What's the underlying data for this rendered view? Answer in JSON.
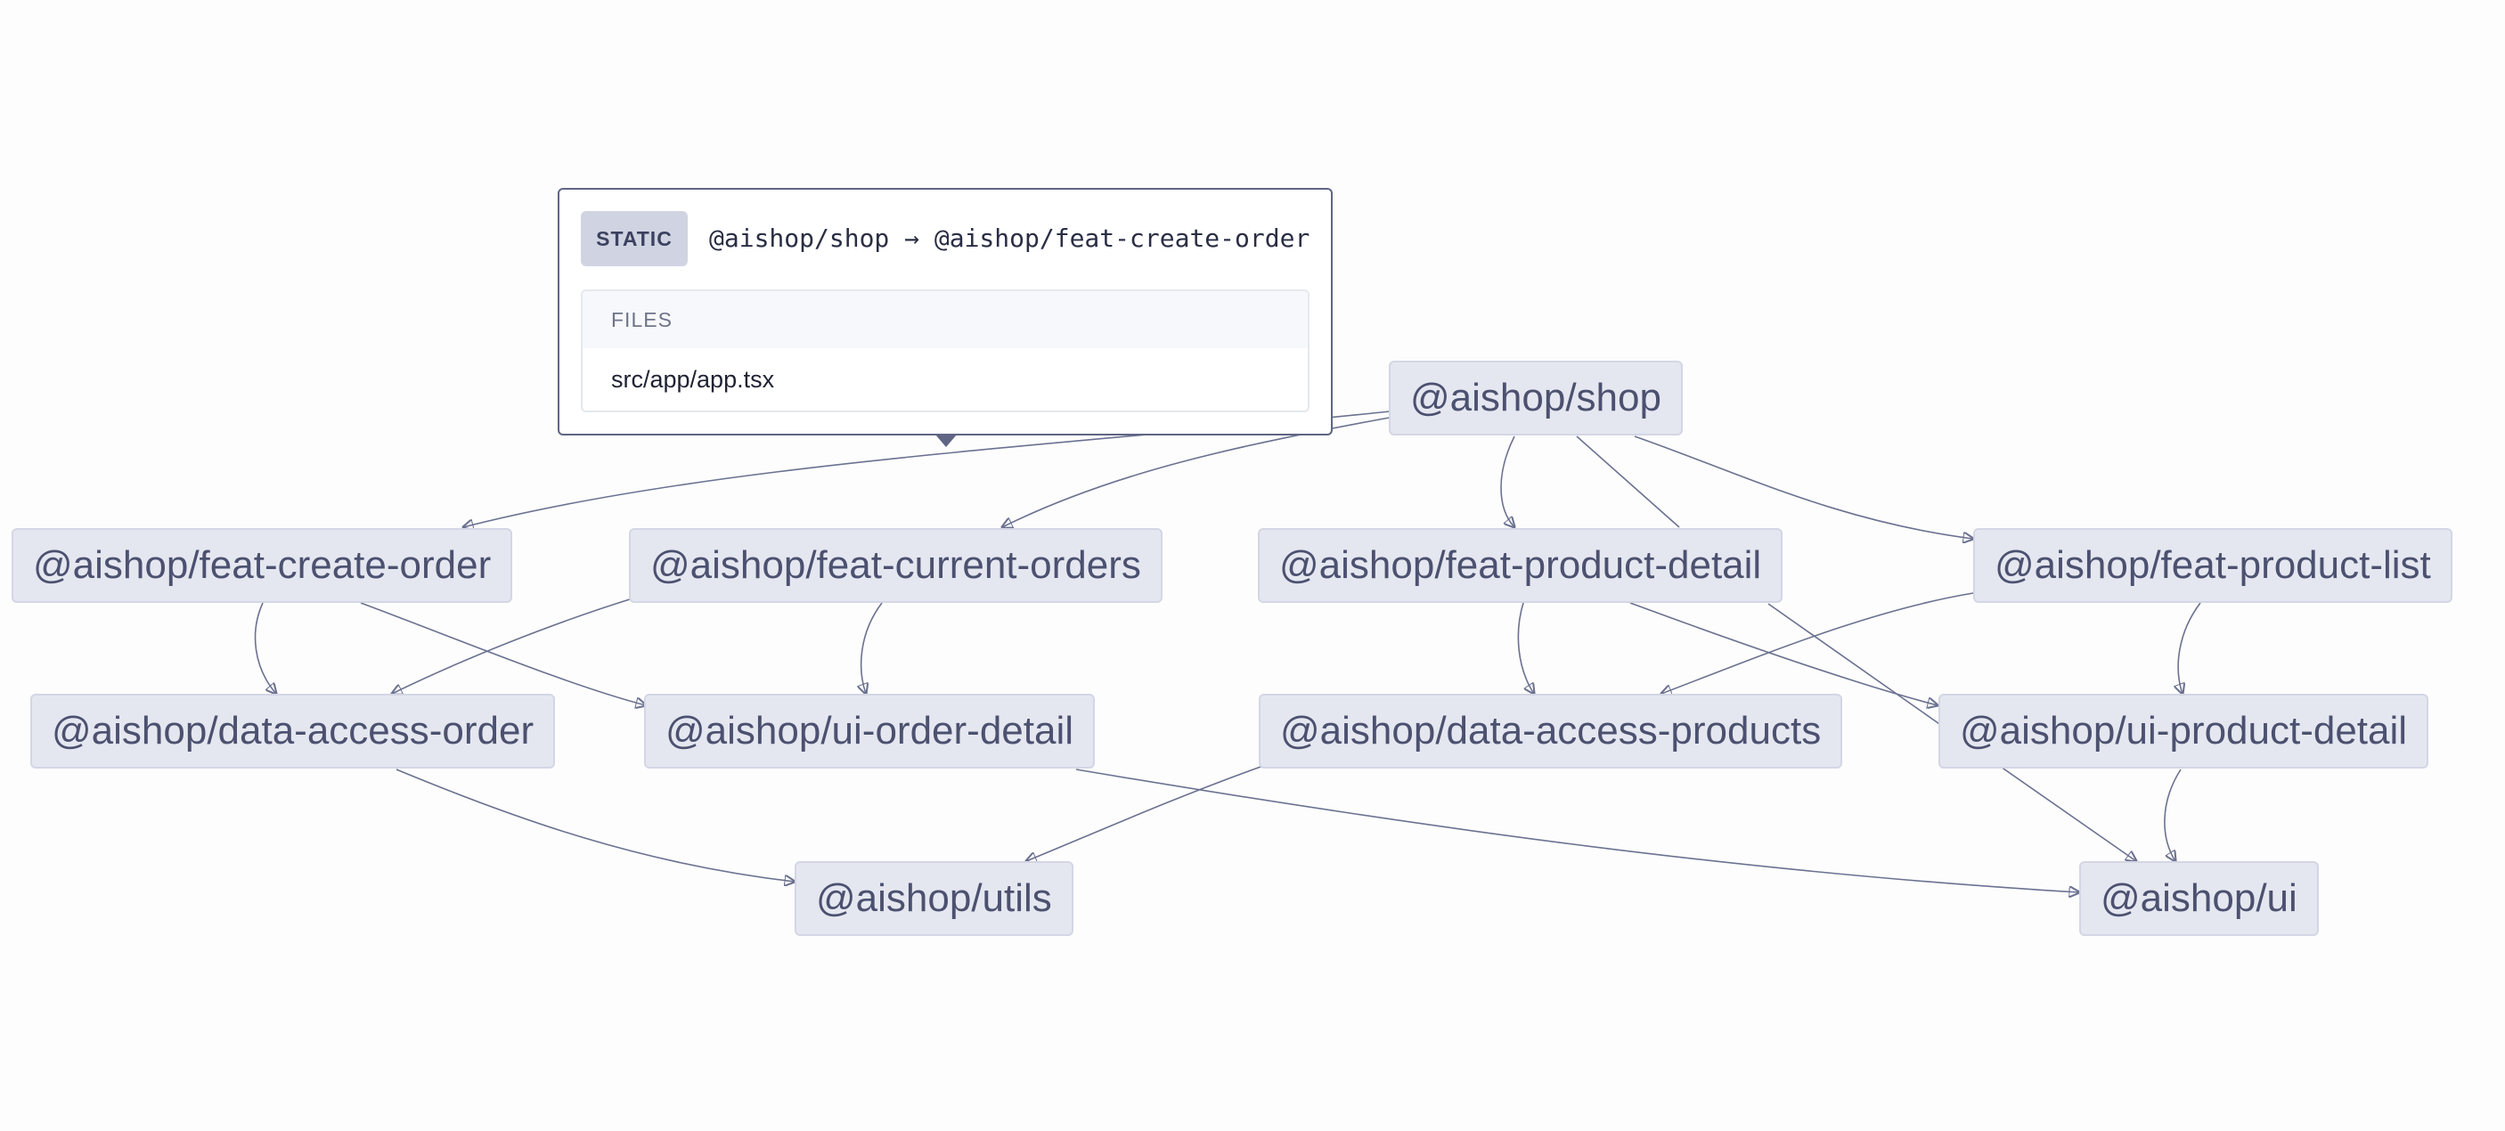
{
  "nodes": {
    "shop": "@aishop/shop",
    "feat_create_order": "@aishop/feat-create-order",
    "feat_current_orders": "@aishop/feat-current-orders",
    "feat_product_detail": "@aishop/feat-product-detail",
    "feat_product_list": "@aishop/feat-product-list",
    "data_access_order": "@aishop/data-access-order",
    "ui_order_detail": "@aishop/ui-order-detail",
    "data_access_products": "@aishop/data-access-products",
    "ui_product_detail": "@aishop/ui-product-detail",
    "utils": "@aishop/utils",
    "ui": "@aishop/ui"
  },
  "tooltip": {
    "badge": "STATIC",
    "edge_label": "@aishop/shop → @aishop/feat-create-order",
    "files_header": "FILES",
    "files": [
      "src/app/app.tsx"
    ]
  },
  "colors": {
    "background": "#fdfdfd",
    "node_fill": "#e5e7f0",
    "node_border": "#d3d6e4",
    "node_text": "#4c5170",
    "edge": "#6b7190",
    "tooltip_border": "#5f6583"
  }
}
